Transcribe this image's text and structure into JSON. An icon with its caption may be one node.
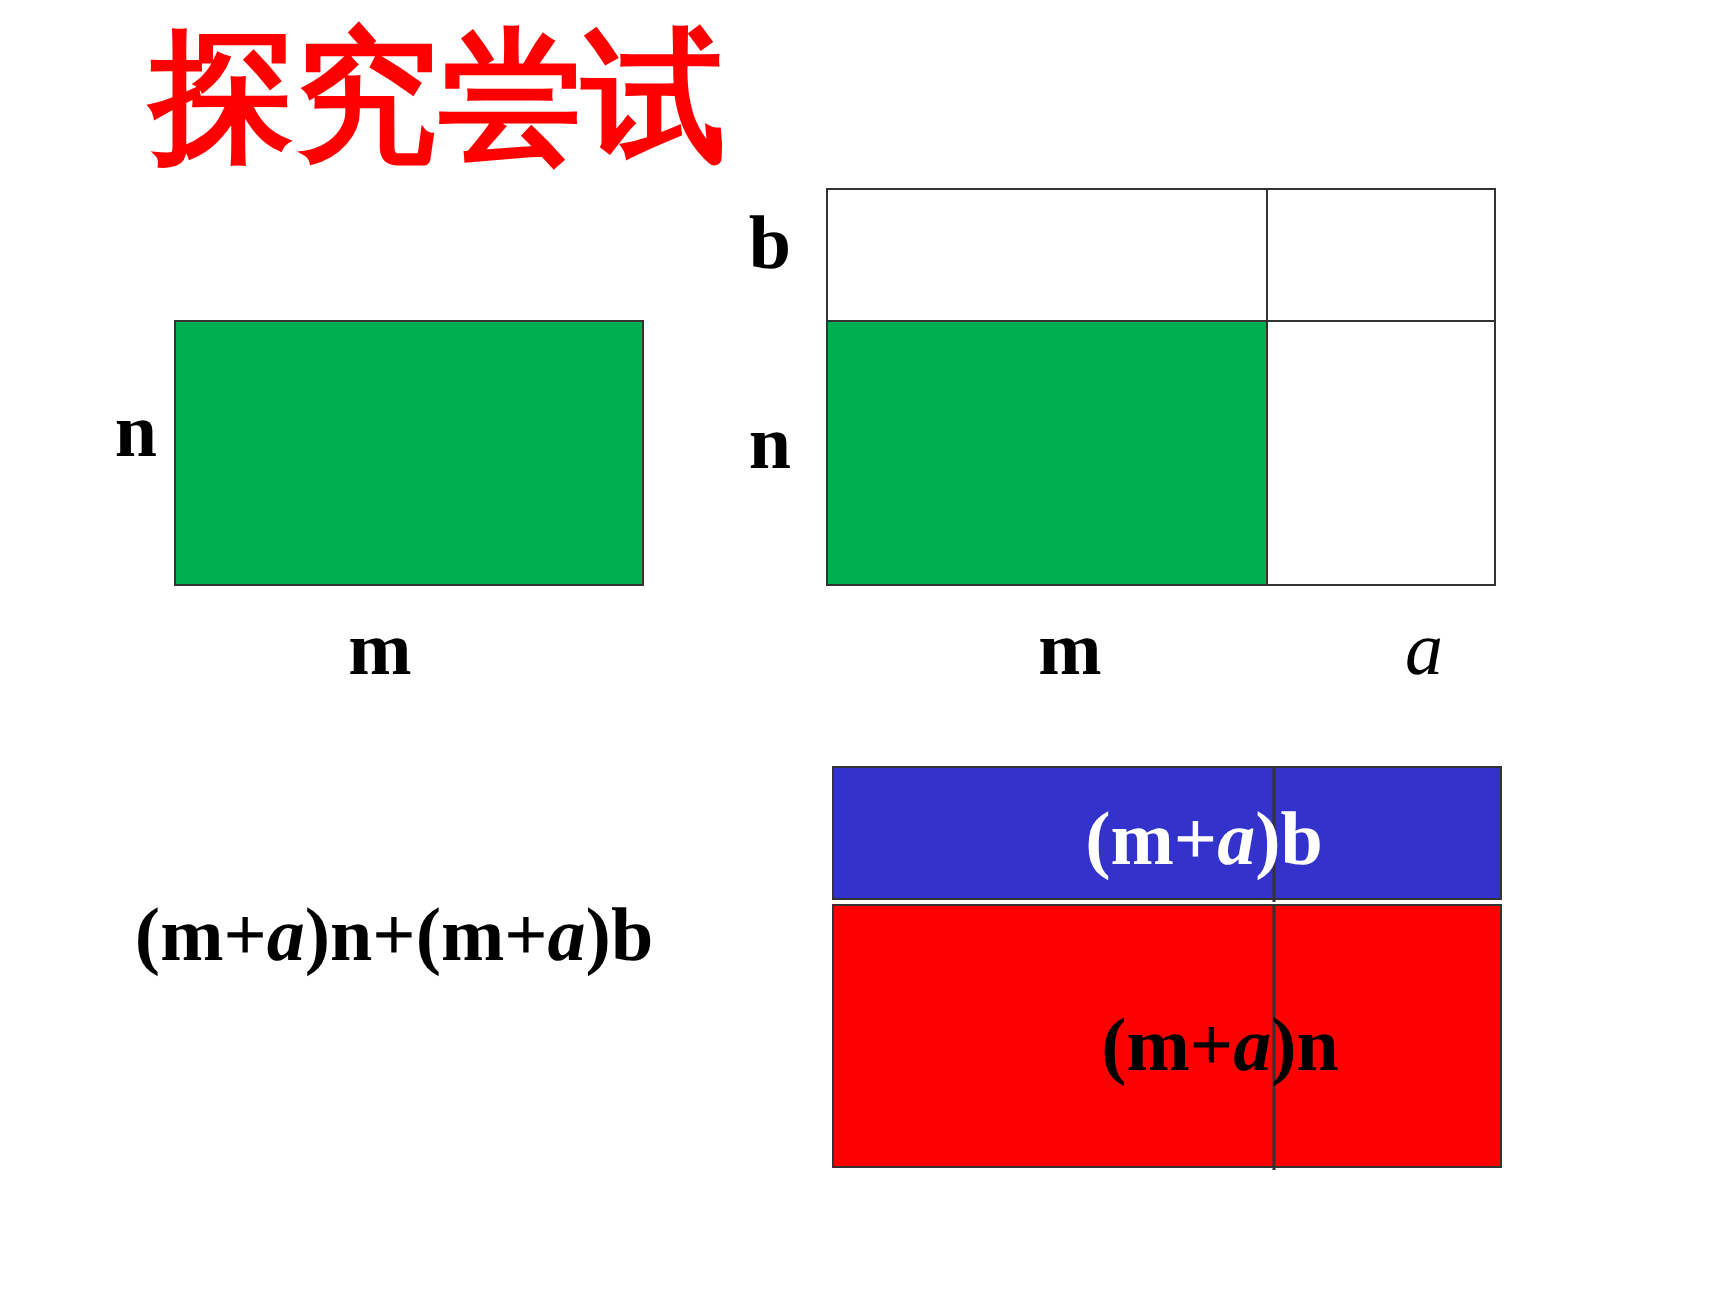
{
  "diagram": {
    "title": "探究尝试",
    "nodes": [
      {
        "text": [],
        "shape": "box",
        "beside": [
          "n",
          "m"
        ]
      },
      {
        "text": [],
        "shape": "box"
      },
      {
        "text": [],
        "shape": "box"
      },
      {
        "text": [],
        "shape": "box"
      },
      {
        "text": [],
        "shape": "box"
      },
      {
        "text": [
          "(m+*a*)b"
        ]
      },
      {
        "text": [
          "(m+*a*)n"
        ]
      }
    ],
    "labels": [
      "b",
      "n",
      "m",
      "a",
      "(m+*a*)n+(m+*a*)b"
    ]
  }
}
